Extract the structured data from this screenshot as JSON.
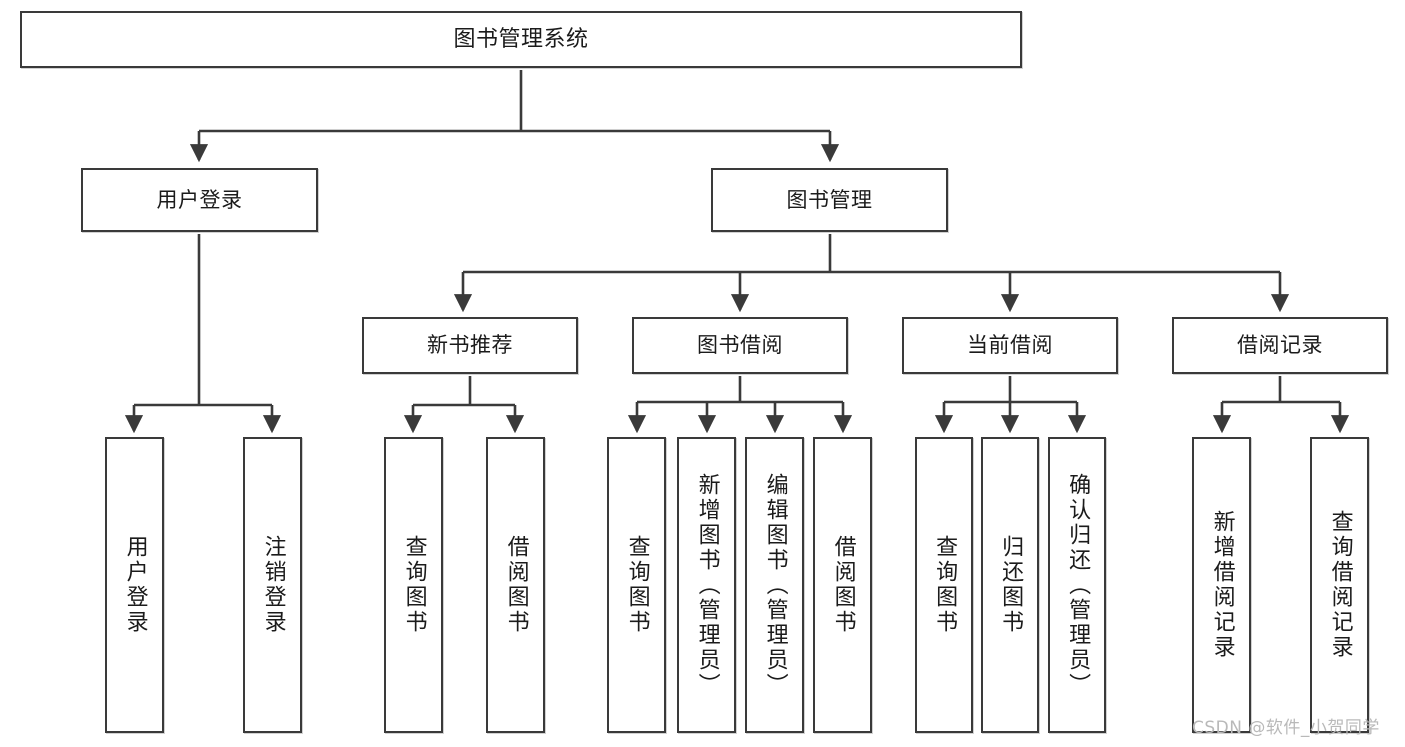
{
  "diagram": {
    "title": "图书管理系统",
    "type": "tree-hierarchy",
    "watermark": "CSDN @软件_小贺同学",
    "colors": {
      "box_border": "#3a3a3a",
      "box_fill": "#ffffff",
      "text": "#1b1b1b",
      "edge": "#3a3a3a",
      "watermark": "#b9b9b9",
      "background": "#ffffff"
    },
    "nodes": {
      "root": {
        "label": "图书管理系统"
      },
      "level2": [
        {
          "id": "user-login",
          "label": "用户登录"
        },
        {
          "id": "book-manage",
          "label": "图书管理"
        }
      ],
      "level3": [
        {
          "id": "new-book-recommend",
          "label": "新书推荐"
        },
        {
          "id": "book-borrow",
          "label": "图书借阅"
        },
        {
          "id": "current-borrow",
          "label": "当前借阅"
        },
        {
          "id": "borrow-record",
          "label": "借阅记录"
        }
      ],
      "leaves": {
        "user_login": [
          {
            "id": "leaf-user-login",
            "label": "用户登录"
          },
          {
            "id": "leaf-logout-login",
            "label": "注销登录"
          }
        ],
        "new_book_recommend": [
          {
            "id": "leaf-query-book-1",
            "label": "查询图书"
          },
          {
            "id": "leaf-borrow-book-1",
            "label": "借阅图书"
          }
        ],
        "book_borrow": [
          {
            "id": "leaf-query-book-2",
            "label": "查询图书"
          },
          {
            "id": "leaf-add-book",
            "label": "新增图书（管理员）"
          },
          {
            "id": "leaf-edit-book",
            "label": "编辑图书（管理员）"
          },
          {
            "id": "leaf-borrow-book-2",
            "label": "借阅图书"
          }
        ],
        "current_borrow": [
          {
            "id": "leaf-query-book-3",
            "label": "查询图书"
          },
          {
            "id": "leaf-return-book",
            "label": "归还图书"
          },
          {
            "id": "leaf-confirm-return",
            "label": "确认归还（管理员）"
          }
        ],
        "borrow_record": [
          {
            "id": "leaf-add-borrow-record",
            "label": "新增借阅记录"
          },
          {
            "id": "leaf-query-borrow-record",
            "label": "查询借阅记录"
          }
        ]
      }
    }
  }
}
